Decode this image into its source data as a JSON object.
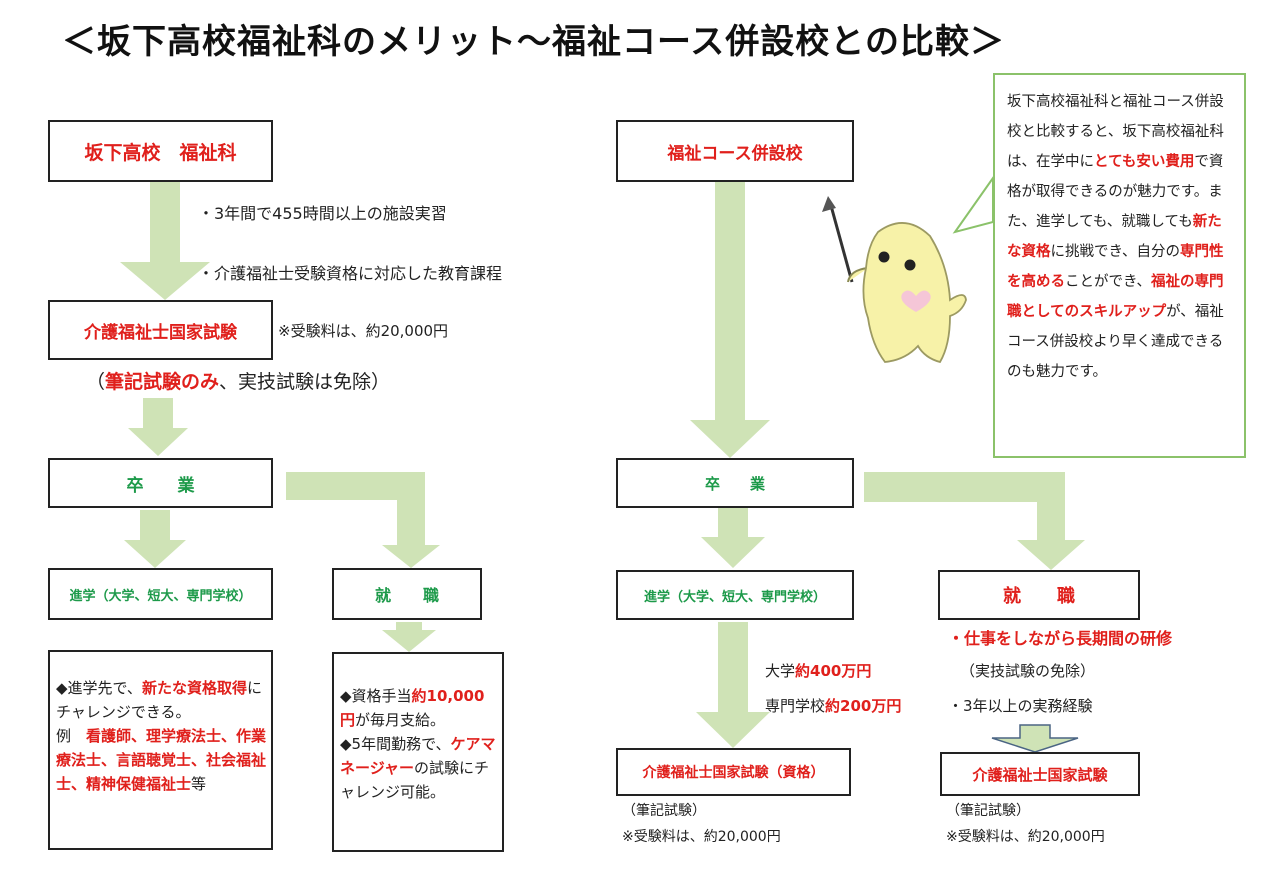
{
  "title": "＜坂下高校福祉科のメリット～福祉コース併設校との比較＞",
  "colors": {
    "arrow": "#cfe3b6",
    "red": "#e0201c",
    "green": "#1d9a4a",
    "callout_border": "#8bc26a",
    "mascot": "#f7f2a8"
  },
  "left": {
    "school_box": "坂下高校　福祉科",
    "bullet1": "・3年間で455時間以上の施設実習",
    "bullet2": "・介護福祉士受験資格に対応した教育課程",
    "exam_box": "介護福祉士国家試験",
    "exam_fee": "※受験料は、約20,000円",
    "exam_note_open": "（",
    "exam_note_red": "筆記試験のみ",
    "exam_note_rest": "、実技試験は免除）",
    "graduation": "卒　　業",
    "further_box": "進学（大学、短大、専門学校）",
    "job_box": "就　　職",
    "further_detail": {
      "p1": "◆進学先で、",
      "p2": "新たな資格取得",
      "p3": "にチャレンジできる。",
      "p4": "例　",
      "p5": "看護師、理学療法士、作業療法士、言語聴覚士、社会福祉士、精神保健福祉士",
      "p6": "等"
    },
    "job_detail": {
      "p1": "◆資格手当",
      "p2": "約10,000円",
      "p3": "が毎月支給。",
      "p4": "◆5年間勤務で、",
      "p5": "ケアマネージャー",
      "p6": "の試験にチャレンジ可能。"
    }
  },
  "right": {
    "school_box": "福祉コース併設校",
    "graduation": "卒　　業",
    "further_box": "進学（大学、短大、専門学校）",
    "job_box": "就　　職",
    "cost_univ_label": "大学",
    "cost_univ_value": "約400万円",
    "cost_voc_label": "専門学校",
    "cost_voc_value": "約200万円",
    "exam_box_left": "介護福祉士国家試験（資格）",
    "exam_left_note": "（筆記試験）",
    "exam_left_fee": "※受験料は、約20,000円",
    "job_training": "・仕事をしながら長期間の研修",
    "job_training_note": "（実技試験の免除）",
    "job_experience": "・3年以上の実務経験",
    "exam_box_right": "介護福祉士国家試験",
    "exam_right_note": "（筆記試験）",
    "exam_right_fee": "※受験料は、約20,000円"
  },
  "callout": {
    "c1": "坂下高校福祉科と福祉コース併設校と比較すると、坂下高校福祉科は、在学中に",
    "c2": "とても安い費用",
    "c3": "で資格が取得できるのが魅力です。また、進学しても、就職しても",
    "c4": "新たな資格",
    "c5": "に挑戦でき、自分の",
    "c6": "専門性を高める",
    "c7": "ことができ、",
    "c8": "福祉の専門職としてのスキルアップ",
    "c9": "が、福祉コース併設校より早く達成できるのも魅力です。"
  }
}
